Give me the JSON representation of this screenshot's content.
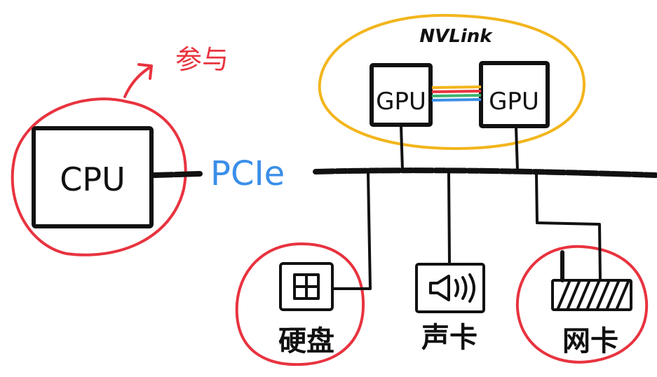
{
  "labels": {
    "cpu": "CPU",
    "gpu_left": "GPU",
    "gpu_right": "GPU",
    "nvlink": "NVLink",
    "pcie": "PCIe",
    "participate": "参与",
    "hard_disk": "硬盘",
    "sound_card": "声卡",
    "network_card": "网卡"
  },
  "colors": {
    "ink": "#111111",
    "red_circle": "#e8333f",
    "yellow_circle": "#f2b51c",
    "pcie_text": "#3b8ee8",
    "nvlink_lines": [
      "#f2b51c",
      "#e8333f",
      "#3cb371",
      "#3b8ee8"
    ]
  },
  "icons": {
    "hard_disk": "disk-icon",
    "sound_card": "speaker-icon",
    "network_card": "router-antenna-icon"
  }
}
